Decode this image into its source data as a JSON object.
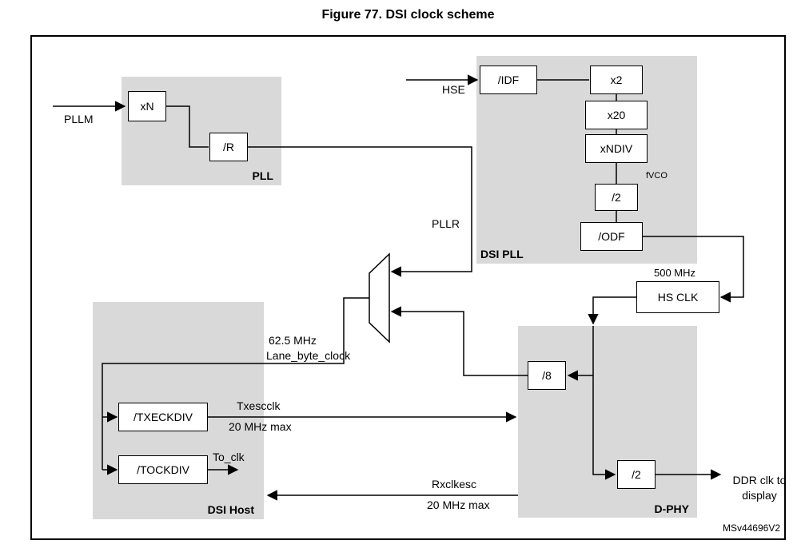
{
  "figure": {
    "title": "Figure 77. DSI clock scheme",
    "watermark": "MSv44696V2"
  },
  "colors": {
    "block_fill": "#d9d9d9",
    "line": "#000000",
    "background": "#ffffff"
  },
  "blocks": {
    "pll": {
      "label": "PLL"
    },
    "dsi_pll": {
      "label": "DSI PLL"
    },
    "dsi_host": {
      "label": "DSI Host"
    },
    "d_phy": {
      "label": "D-PHY"
    }
  },
  "boxes": {
    "xn": "xN",
    "r": "/R",
    "idf": "/IDF",
    "x2": "x2",
    "x20": "x20",
    "xndiv": "xNDIV",
    "div2_pll": "/2",
    "odf": "/ODF",
    "hs_clk": "HS CLK",
    "div8": "/8",
    "div2_phy": "/2",
    "txeckdiv": "/TXECKDIV",
    "tockdiv": "/TOCKDIV"
  },
  "signals": {
    "pllm": "PLLM",
    "hse": "HSE",
    "pllr": "PLLR",
    "fvco": "fVCO",
    "hs_freq": "500 MHz",
    "byte_freq": "62.5 MHz",
    "byte_clock": "Lane_byte_clock",
    "txescclk": "Txescclk",
    "txescclk_max": "20 MHz max",
    "to_clk": "To_clk",
    "rxclkesc": "Rxclkesc",
    "rxclkesc_max": "20 MHz max",
    "ddr_line1": "DDR clk to",
    "ddr_line2": "display"
  }
}
